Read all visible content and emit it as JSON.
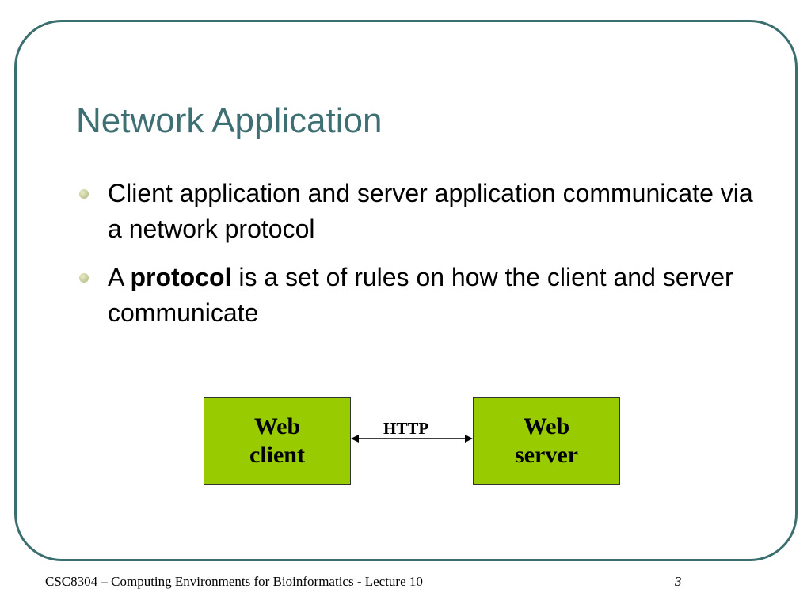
{
  "slide": {
    "title": "Network Application",
    "bullets": [
      {
        "text": "Client application and server application communicate via a network protocol"
      },
      {
        "prefix": "A ",
        "bold": "protocol",
        "suffix": " is a set of rules on how the client and server communicate"
      }
    ],
    "diagram": {
      "client_label": "Web\nclient",
      "server_label": "Web\nserver",
      "connector_label": "HTTP"
    },
    "footer": {
      "course": "CSC8304 – Computing Environments for Bioinformatics - Lecture 10",
      "page_number": "3"
    }
  },
  "colors": {
    "title": "#3d6f73",
    "frame_border": "#3b6e6e",
    "box_fill": "#99cc00",
    "bullet_dot": "#aeb47e"
  }
}
